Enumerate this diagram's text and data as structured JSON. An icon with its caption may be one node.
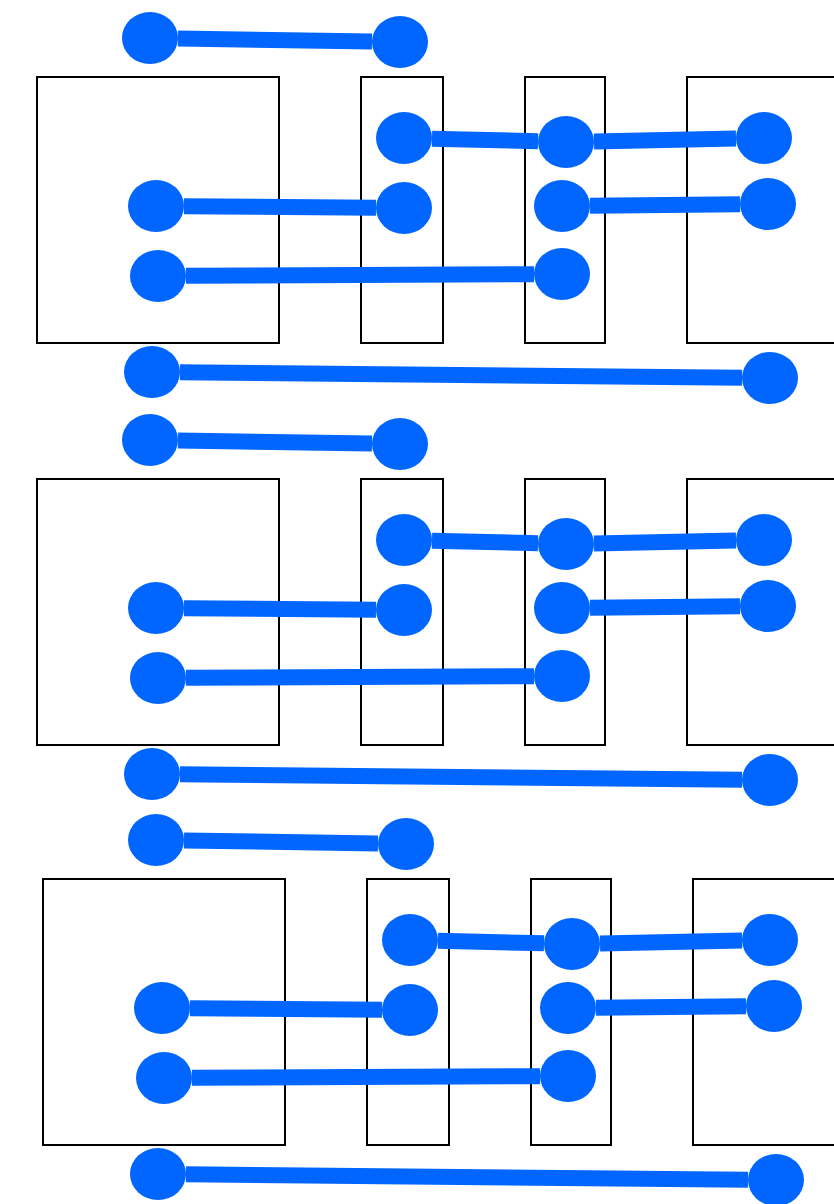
{
  "diagram": {
    "nodes": [
      {
        "text": [],
        "shape": "circle"
      },
      {
        "text": [],
        "shape": "circle"
      },
      {
        "text": [],
        "shape": "box"
      },
      {
        "text": [],
        "shape": "box"
      },
      {
        "text": [],
        "shape": "box"
      },
      {
        "text": [],
        "shape": "box"
      },
      {
        "text": [],
        "shape": "circle",
        "in": 3
      },
      {
        "text": [],
        "shape": "circle",
        "in": 4
      },
      {
        "text": [],
        "shape": "circle",
        "in": 5
      },
      {
        "text": [],
        "shape": "circle",
        "in": 2
      },
      {
        "text": [],
        "shape": "circle",
        "in": 3
      },
      {
        "text": [],
        "shape": "circle",
        "in": 4
      },
      {
        "text": [],
        "shape": "circle",
        "in": 5
      },
      {
        "text": [],
        "shape": "circle",
        "in": 2
      },
      {
        "text": [],
        "shape": "circle",
        "in": 4
      },
      {
        "text": [],
        "shape": "circle"
      },
      {
        "text": [],
        "shape": "circle"
      },
      {
        "text": [],
        "shape": "circle"
      },
      {
        "text": [],
        "shape": "circle"
      },
      {
        "text": [],
        "shape": "box"
      },
      {
        "text": [],
        "shape": "box"
      },
      {
        "text": [],
        "shape": "box"
      },
      {
        "text": [],
        "shape": "box"
      },
      {
        "text": [],
        "shape": "circle",
        "in": 20
      },
      {
        "text": [],
        "shape": "circle",
        "in": 21
      },
      {
        "text": [],
        "shape": "circle",
        "in": 22
      },
      {
        "text": [],
        "shape": "circle",
        "in": 19
      },
      {
        "text": [],
        "shape": "circle",
        "in": 20
      },
      {
        "text": [],
        "shape": "circle",
        "in": 21
      },
      {
        "text": [],
        "shape": "circle",
        "in": 22
      },
      {
        "text": [],
        "shape": "circle",
        "in": 19
      },
      {
        "text": [],
        "shape": "circle",
        "in": 21
      },
      {
        "text": [],
        "shape": "circle"
      },
      {
        "text": [],
        "shape": "circle"
      },
      {
        "text": [],
        "shape": "circle"
      },
      {
        "text": [],
        "shape": "circle"
      },
      {
        "text": [],
        "shape": "box"
      },
      {
        "text": [],
        "shape": "box"
      },
      {
        "text": [],
        "shape": "box"
      },
      {
        "text": [],
        "shape": "box"
      },
      {
        "text": [],
        "shape": "circle",
        "in": 37
      },
      {
        "text": [],
        "shape": "circle",
        "in": 38
      },
      {
        "text": [],
        "shape": "circle",
        "in": 39
      },
      {
        "text": [],
        "shape": "circle",
        "in": 36
      },
      {
        "text": [],
        "shape": "circle",
        "in": 37
      },
      {
        "text": [],
        "shape": "circle",
        "in": 38
      },
      {
        "text": [],
        "shape": "circle",
        "in": 39
      },
      {
        "text": [],
        "shape": "circle",
        "in": 36
      },
      {
        "text": [],
        "shape": "circle",
        "in": 38
      },
      {
        "text": [],
        "shape": "circle"
      },
      {
        "text": [],
        "shape": "circle"
      }
    ],
    "edges": [
      {
        "from": 0,
        "to": 1,
        "arrow": "none"
      },
      {
        "from": 6,
        "to": 7,
        "arrow": "none"
      },
      {
        "from": 7,
        "to": 8,
        "arrow": "none"
      },
      {
        "from": 9,
        "to": 10,
        "arrow": "none"
      },
      {
        "from": 11,
        "to": 12,
        "arrow": "none"
      },
      {
        "from": 13,
        "to": 14,
        "arrow": "none"
      },
      {
        "from": 15,
        "to": 16,
        "arrow": "none"
      },
      {
        "from": 17,
        "to": 18,
        "arrow": "none"
      },
      {
        "from": 23,
        "to": 24,
        "arrow": "none"
      },
      {
        "from": 24,
        "to": 25,
        "arrow": "none"
      },
      {
        "from": 26,
        "to": 27,
        "arrow": "none"
      },
      {
        "from": 28,
        "to": 29,
        "arrow": "none"
      },
      {
        "from": 30,
        "to": 31,
        "arrow": "none"
      },
      {
        "from": 32,
        "to": 33,
        "arrow": "none"
      },
      {
        "from": 34,
        "to": 35,
        "arrow": "none"
      },
      {
        "from": 40,
        "to": 41,
        "arrow": "none"
      },
      {
        "from": 41,
        "to": 42,
        "arrow": "none"
      },
      {
        "from": 43,
        "to": 44,
        "arrow": "none"
      },
      {
        "from": 45,
        "to": 46,
        "arrow": "none"
      },
      {
        "from": 47,
        "to": 48,
        "arrow": "none"
      },
      {
        "from": 49,
        "to": 50,
        "arrow": "none"
      }
    ]
  }
}
